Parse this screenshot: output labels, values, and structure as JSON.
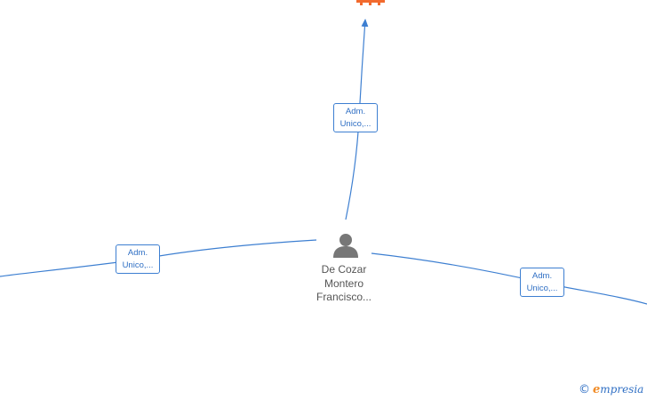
{
  "nodes": {
    "person": {
      "name_lines": [
        "De Cozar",
        "Montero",
        "Francisco..."
      ],
      "icon": "person-icon",
      "color": "#777777"
    },
    "company_top": {
      "icon": "building-icon",
      "color": "#f26a2e"
    }
  },
  "edges": [
    {
      "label_lines": [
        "Adm.",
        "Unico,..."
      ]
    },
    {
      "label_lines": [
        "Adm.",
        "Unico,..."
      ]
    },
    {
      "label_lines": [
        "Adm.",
        "Unico,..."
      ]
    }
  ],
  "colors": {
    "edge": "#3d7fd1",
    "label_text": "#2f6fc4",
    "accent": "#f08a24"
  },
  "watermark": {
    "copyright": "©",
    "brand_initial": "e",
    "brand_rest": "mpresia"
  }
}
